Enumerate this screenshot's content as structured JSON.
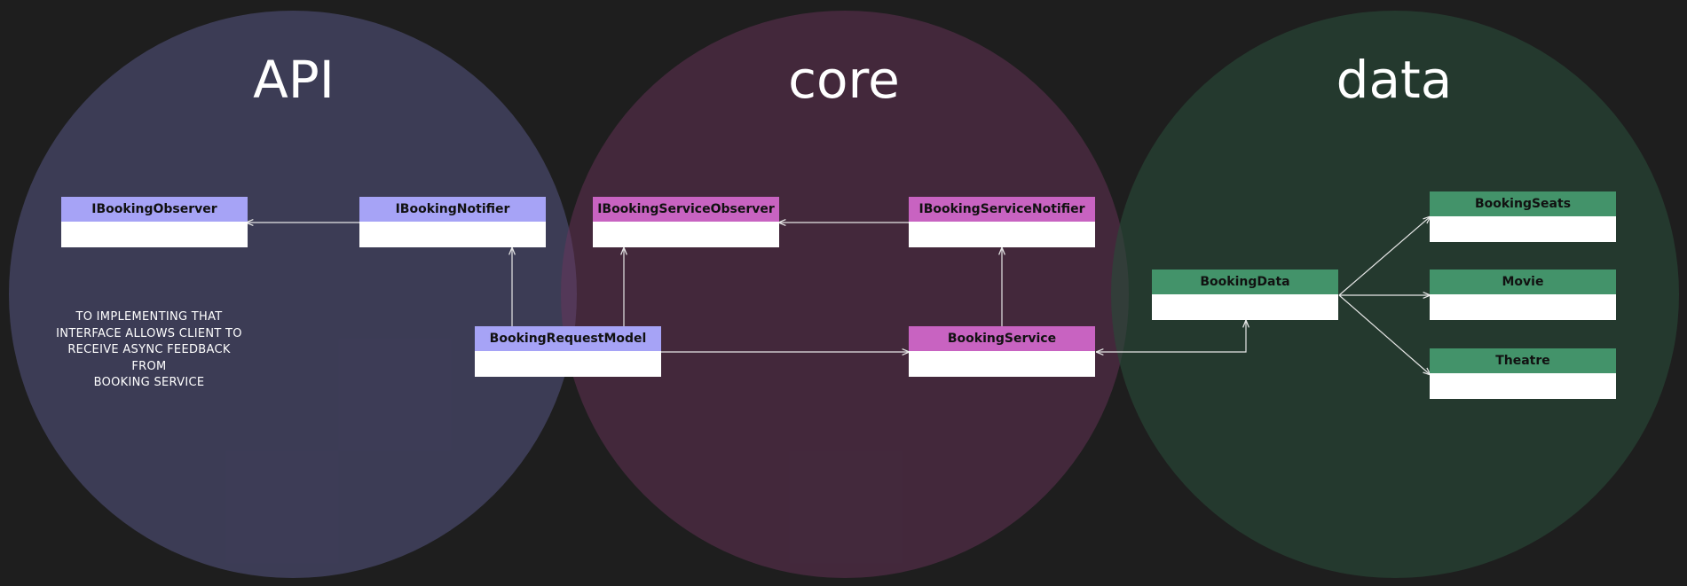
{
  "zones": {
    "api": "API",
    "core": "core",
    "data": "data"
  },
  "classes": {
    "ibooking_observer": "IBookingObserver",
    "ibooking_notifier": "IBookingNotifier",
    "booking_request_model": "BookingRequestModel",
    "ibooking_service_observer": "IBookingServiceObserver",
    "ibooking_service_notifier": "IBookingServiceNotifier",
    "booking_service": "BookingService",
    "booking_data": "BookingData",
    "booking_seats": "BookingSeats",
    "movie": "Movie",
    "theatre": "Theatre"
  },
  "note": "TO IMPLEMENTING THAT\nINTERFACE ALLOWS CLIENT TO\nRECEIVE ASYNC FEEDBACK\nFROM\nBOOKING SERVICE",
  "colors": {
    "background": "#1e1e1e",
    "api_header": "#a6a3f6",
    "core_header": "#c863c1",
    "data_header": "#43936a",
    "connector": "#e6e6e6"
  }
}
